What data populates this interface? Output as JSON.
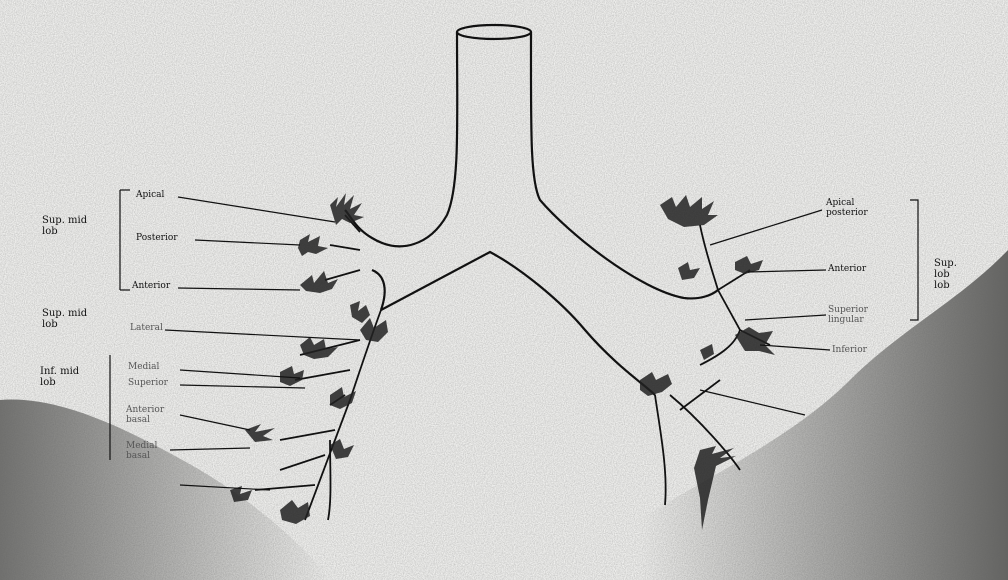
{
  "diagram": {
    "right_lung_groups": [
      {
        "id": "sup",
        "text": "Sup. mid\nlob"
      },
      {
        "id": "mid",
        "text": "Sup. mid\nlob"
      },
      {
        "id": "inf",
        "text": "Inf. mid\nlob"
      }
    ],
    "left_lung_group": "Sup.\nlob\nlob",
    "right_segments": [
      {
        "id": "apical",
        "text": "Apical"
      },
      {
        "id": "posterior",
        "text": "Posterior"
      },
      {
        "id": "anterior",
        "text": "Anterior"
      },
      {
        "id": "lateral",
        "text": "Lateral"
      },
      {
        "id": "medial",
        "text": "Medial"
      },
      {
        "id": "superior",
        "text": "Superior"
      },
      {
        "id": "anterior-basal",
        "text": "Anterior\nbasal"
      },
      {
        "id": "medial-basal",
        "text": "Medial\nbasal"
      }
    ],
    "left_segments": [
      {
        "id": "apical-posterior",
        "text": "Apical\nposterior"
      },
      {
        "id": "anterior",
        "text": "Anterior"
      },
      {
        "id": "superior-lingular",
        "text": "Superior\nlingular"
      },
      {
        "id": "inferior-lingular",
        "text": "Inferior"
      }
    ],
    "colors": {
      "ink": "#111111",
      "paper": "#f1f1ef",
      "shade": "#6a6a68"
    }
  }
}
